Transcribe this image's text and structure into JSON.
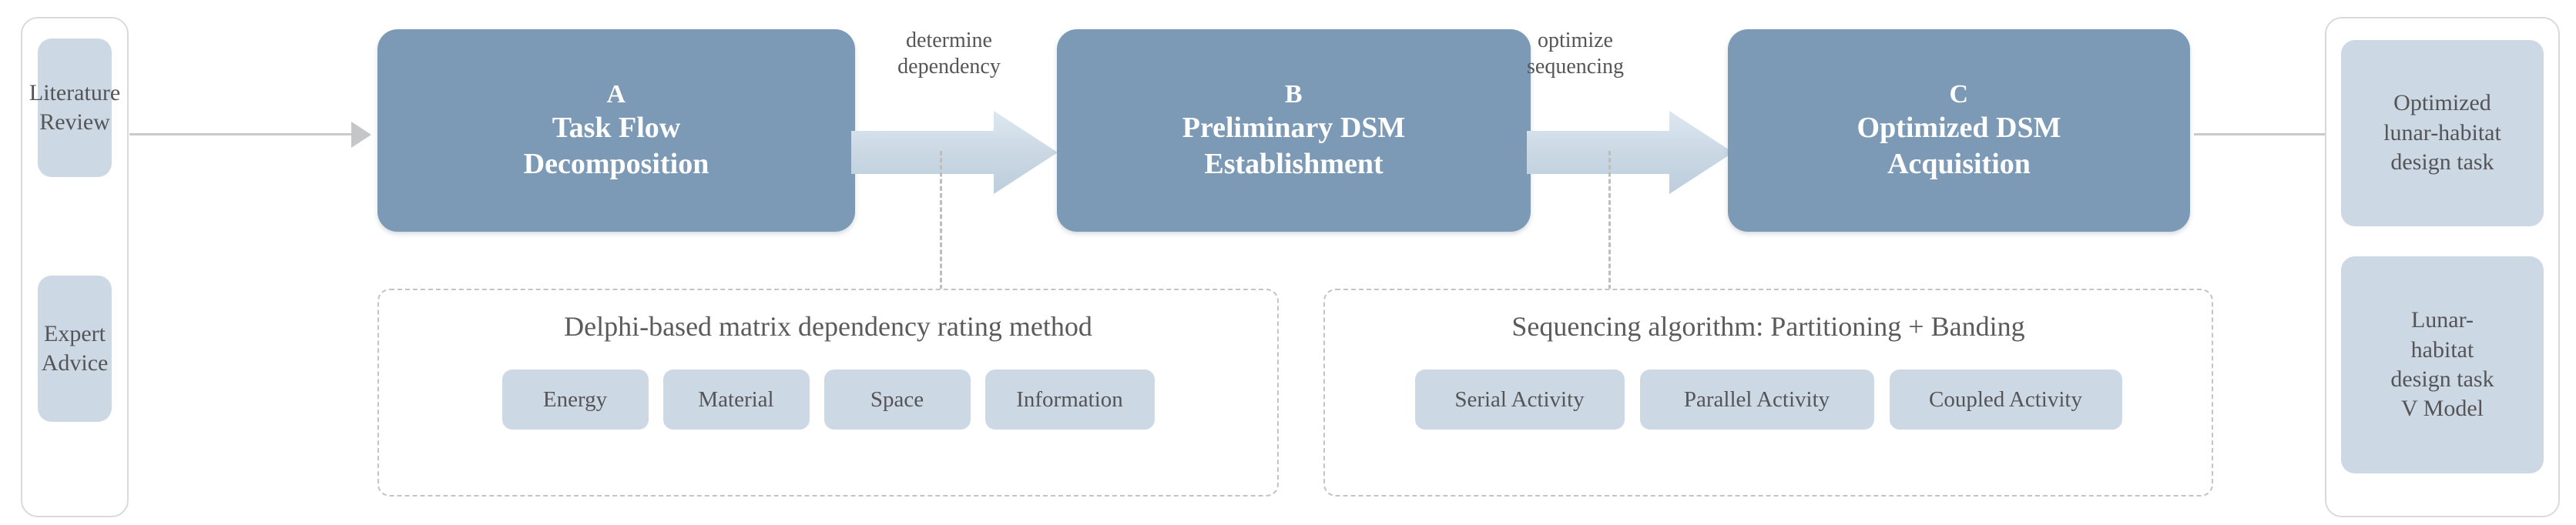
{
  "diagram": {
    "title": "DSM-based lunar-habitat design task flow",
    "colors": {
      "stage_fill": "#7c9ab5",
      "leaf_fill": "#ccd9e4",
      "frame_stroke": "#d8dade",
      "dashed_stroke": "#c2c4c8",
      "arrow_grey": "#c5c6c8",
      "block_arrow_fill": "#c9d7e3",
      "text_dark": "#555456",
      "text_light": "#ffffff"
    },
    "inputs": {
      "items": [
        {
          "label": "Literature\nReview"
        },
        {
          "label": "Expert\nAdvice"
        }
      ]
    },
    "stages": [
      {
        "letter": "A",
        "title": "Task Flow\nDecomposition"
      },
      {
        "letter": "B",
        "title": "Preliminary DSM\nEstablishment"
      },
      {
        "letter": "C",
        "title": "Optimized DSM\nAcquisition"
      }
    ],
    "edges": [
      {
        "label": "determine\ndependency"
      },
      {
        "label": "optimize\nsequencing"
      }
    ],
    "panels": [
      {
        "title": "Delphi-based matrix dependency rating method",
        "chips": [
          {
            "label": "Energy"
          },
          {
            "label": "Material"
          },
          {
            "label": "Space"
          },
          {
            "label": "Information"
          }
        ]
      },
      {
        "title": "Sequencing algorithm: Partitioning + Banding",
        "chips": [
          {
            "label": "Serial Activity"
          },
          {
            "label": "Parallel Activity"
          },
          {
            "label": "Coupled Activity"
          }
        ]
      }
    ],
    "outputs": {
      "items": [
        {
          "label": "Optimized\nlunar-habitat\ndesign task"
        },
        {
          "label": "Lunar-\nhabitat\ndesign task\nV Model"
        }
      ]
    }
  }
}
